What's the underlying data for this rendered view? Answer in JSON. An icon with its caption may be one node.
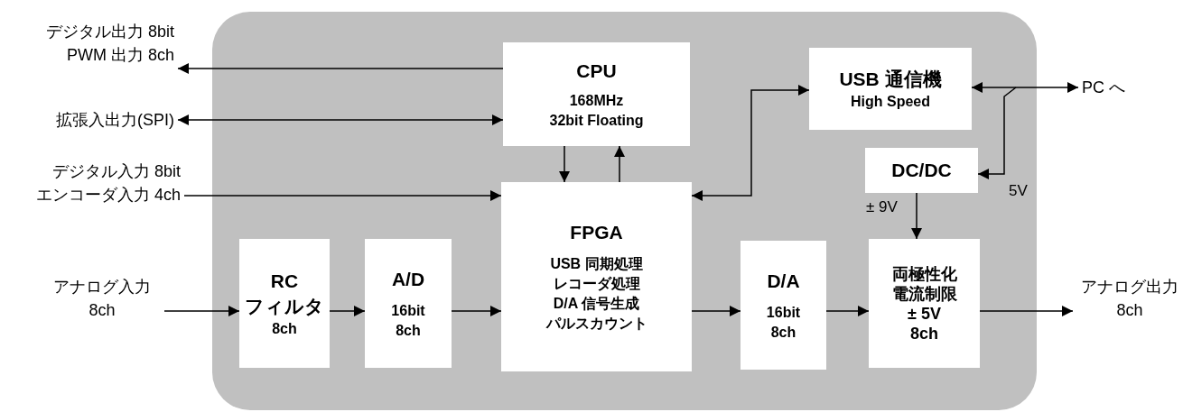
{
  "diagram": {
    "nodes": [
      {
        "text": [],
        "shape": "box"
      },
      {
        "text": [
          "CPU",
          "168MHz",
          "32bit Floating"
        ],
        "in": 0
      },
      {
        "text": [
          "USB 通信機",
          "High Speed"
        ],
        "in": 0
      },
      {
        "text": [
          "FPGA",
          "USB 同期処理",
          "レコーダ処理",
          "D/A 信号生成",
          "パルスカウント"
        ],
        "in": 0
      },
      {
        "text": [
          "DC/DC"
        ],
        "in": 0
      },
      {
        "text": [
          "RC",
          "フィルタ",
          "8ch"
        ],
        "in": 0
      },
      {
        "text": [
          "A/D",
          "16bit",
          "8ch"
        ],
        "in": 0
      },
      {
        "text": [
          "D/A",
          "16bit",
          "8ch"
        ],
        "in": 0
      },
      {
        "text": [
          "両極性化",
          "電流制限",
          "± 5V",
          "8ch"
        ],
        "in": 0
      },
      {
        "text": [
          "デジタル出力 8bit",
          "PWM 出力 8ch"
        ]
      },
      {
        "text": [
          "拡張入出力(SPI)"
        ]
      },
      {
        "text": [
          "デジタル入力 8bit",
          "エンコーダ入力 4ch"
        ]
      },
      {
        "text": [
          "アナログ入力",
          "8ch"
        ]
      },
      {
        "text": [
          "アナログ出力",
          "8ch"
        ]
      },
      {
        "text": [
          "PC へ"
        ]
      }
    ],
    "edges": [
      {
        "from": 1,
        "to": 9,
        "arrow": "to"
      },
      {
        "from": 10,
        "to": 1,
        "arrow": "both"
      },
      {
        "from": 11,
        "to": 3,
        "arrow": "to"
      },
      {
        "from": 1,
        "to": 3,
        "arrow": "to"
      },
      {
        "from": 3,
        "to": 1,
        "arrow": "to"
      },
      {
        "from": 3,
        "to": 2,
        "arrow": "both"
      },
      {
        "from": 2,
        "to": 14,
        "arrow": "both"
      },
      {
        "from": null,
        "to": 4,
        "arrow": "to",
        "label": "5V"
      },
      {
        "from": 4,
        "to": 8,
        "arrow": "to",
        "label": "± 9V"
      },
      {
        "from": 12,
        "to": 5,
        "arrow": "to"
      },
      {
        "from": 5,
        "to": 6,
        "arrow": "to"
      },
      {
        "from": 6,
        "to": 3,
        "arrow": "to"
      },
      {
        "from": 3,
        "to": 7,
        "arrow": "to"
      },
      {
        "from": 7,
        "to": 8,
        "arrow": "to"
      },
      {
        "from": 8,
        "to": 13,
        "arrow": "to"
      }
    ]
  }
}
